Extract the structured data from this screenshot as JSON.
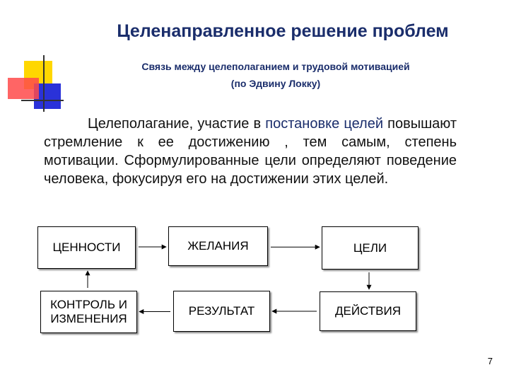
{
  "slide": {
    "title": "Целенаправленное решение проблем",
    "subtitle_line1": "Связь между целеполаганием и трудовой мотивацией",
    "subtitle_line2": "(по Эдвину Локку)",
    "paragraph_start": "Целеполагание, участие в ",
    "paragraph_highlight": "постановке целей",
    "paragraph_end": " повышают стремление к ее достижению , тем самым, степень мотивации. Сформулированные цели определяют поведение человека, фокусируя его на достижении этих целей.",
    "page_number": "7"
  },
  "diagram": {
    "nodes": [
      {
        "id": "values",
        "label": "ЦЕННОСТИ"
      },
      {
        "id": "desires",
        "label": "ЖЕЛАНИЯ"
      },
      {
        "id": "goals",
        "label": "ЦЕЛИ"
      },
      {
        "id": "actions",
        "label": "ДЕЙСТВИЯ"
      },
      {
        "id": "results",
        "label": "РЕЗУЛЬТАТ"
      },
      {
        "id": "control",
        "label": "КОНТРОЛЬ И ИЗМЕНЕНИЯ"
      }
    ],
    "edges": [
      {
        "from": "values",
        "to": "desires"
      },
      {
        "from": "desires",
        "to": "goals"
      },
      {
        "from": "goals",
        "to": "actions"
      },
      {
        "from": "actions",
        "to": "results"
      },
      {
        "from": "results",
        "to": "control"
      },
      {
        "from": "control",
        "to": "values"
      }
    ]
  },
  "colors": {
    "title": "#1a2d6b",
    "deco_yellow": "#ffd700",
    "deco_blue": "#2a32d9",
    "deco_red": "#ff4a4a"
  }
}
